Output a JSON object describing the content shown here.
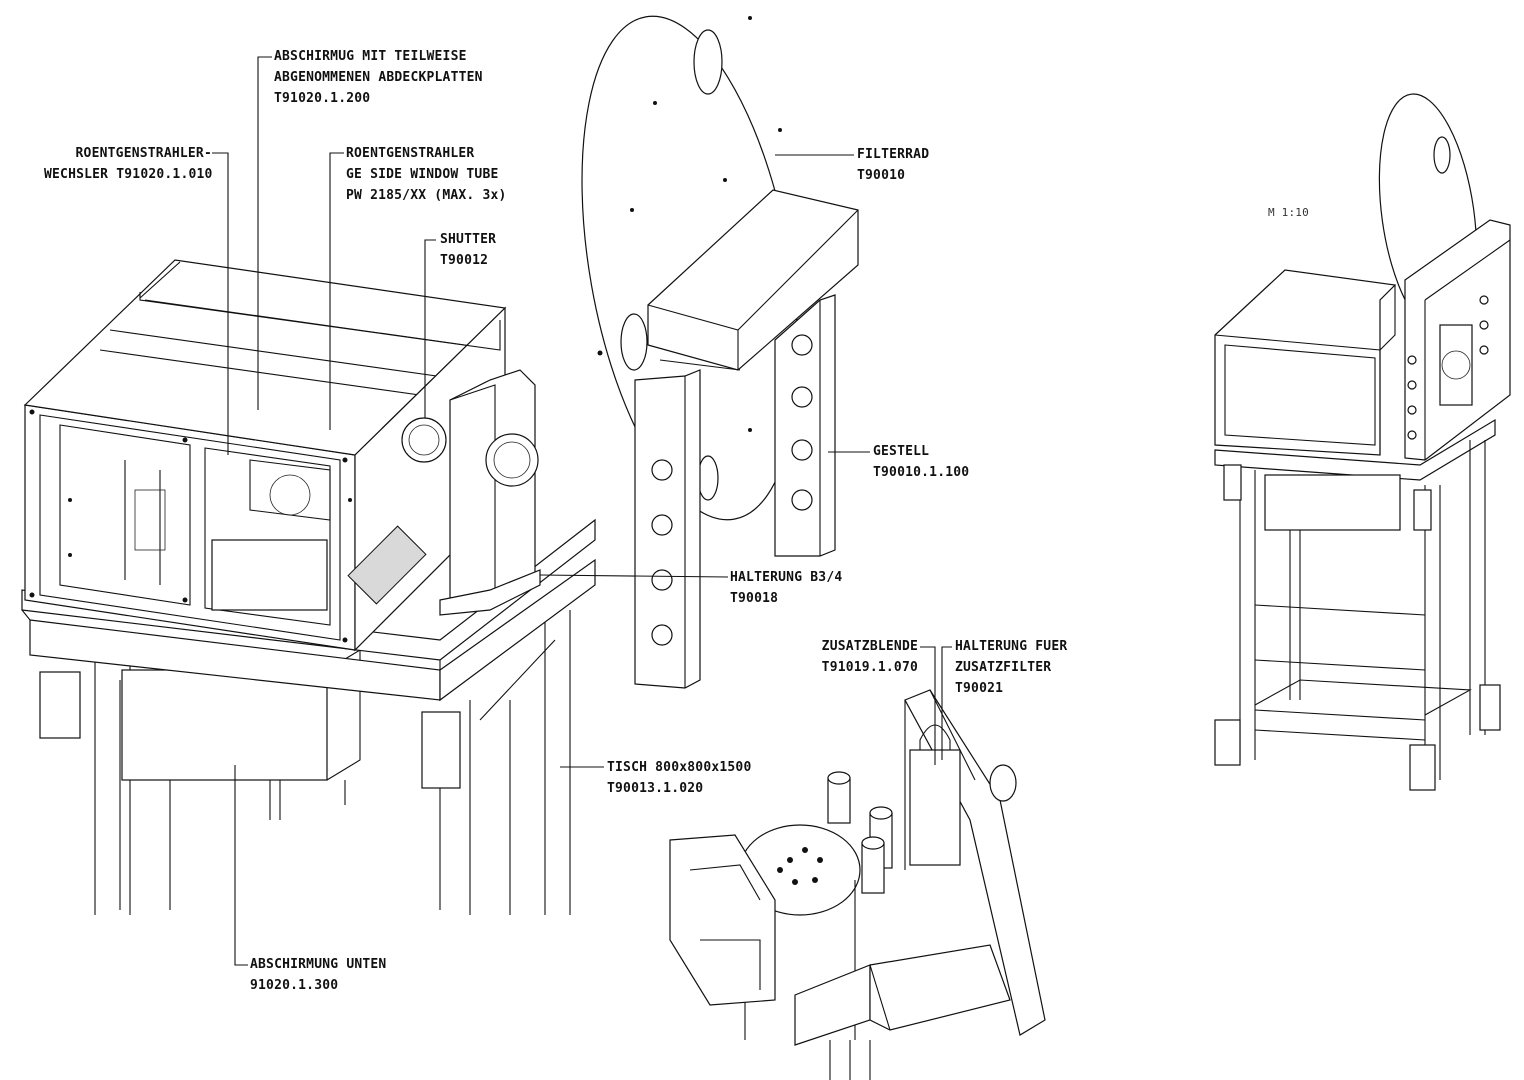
{
  "labels": {
    "abschirmung_oben": [
      "ABSCHIRMUG MIT TEILWEISE",
      "ABGENOMMENEN ABDECKPLATTEN",
      "T91020.1.200"
    ],
    "wechsler": [
      "ROENTGENSTRAHLER-",
      "WECHSLER T91020.1.010"
    ],
    "tube": [
      "ROENTGENSTRAHLER",
      "GE SIDE WINDOW TUBE",
      "PW 2185/XX (MAX. 3x)"
    ],
    "shutter": [
      "SHUTTER",
      "T90012"
    ],
    "filterrad": [
      "FILTERRAD",
      "T90010"
    ],
    "gestell": [
      "GESTELL",
      "T90010.1.100"
    ],
    "halterung_b34": [
      "HALTERUNG B3/4",
      "T90018"
    ],
    "zusatzblende": [
      "ZUSATZBLENDE",
      "T91019.1.070"
    ],
    "halterung_fuer": [
      "HALTERUNG FUER",
      "ZUSATZFILTER",
      "T90021"
    ],
    "tisch": [
      "TISCH 800x800x1500",
      "T90013.1.020"
    ],
    "abschirmung_unten": [
      "ABSCHIRMUNG UNTEN",
      "91020.1.300"
    ],
    "scale": "M 1:10"
  }
}
